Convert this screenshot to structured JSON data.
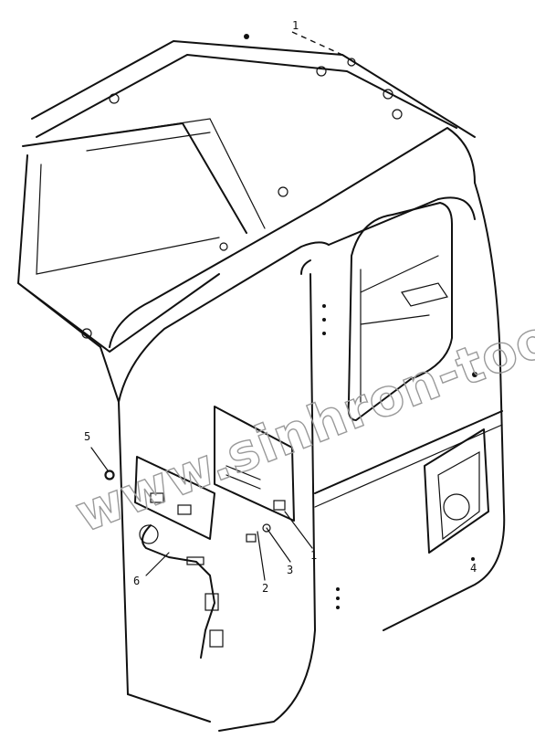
{
  "figure": {
    "callouts": [
      {
        "id": "1",
        "label": "1"
      },
      {
        "id": "1b",
        "label": "1"
      },
      {
        "id": "2",
        "label": "2"
      },
      {
        "id": "3",
        "label": "3"
      },
      {
        "id": "5",
        "label": "5"
      },
      {
        "id": "6",
        "label": "6"
      },
      {
        "id": "4",
        "label": "4"
      }
    ],
    "watermark": "www.sinhron-too.kz"
  }
}
